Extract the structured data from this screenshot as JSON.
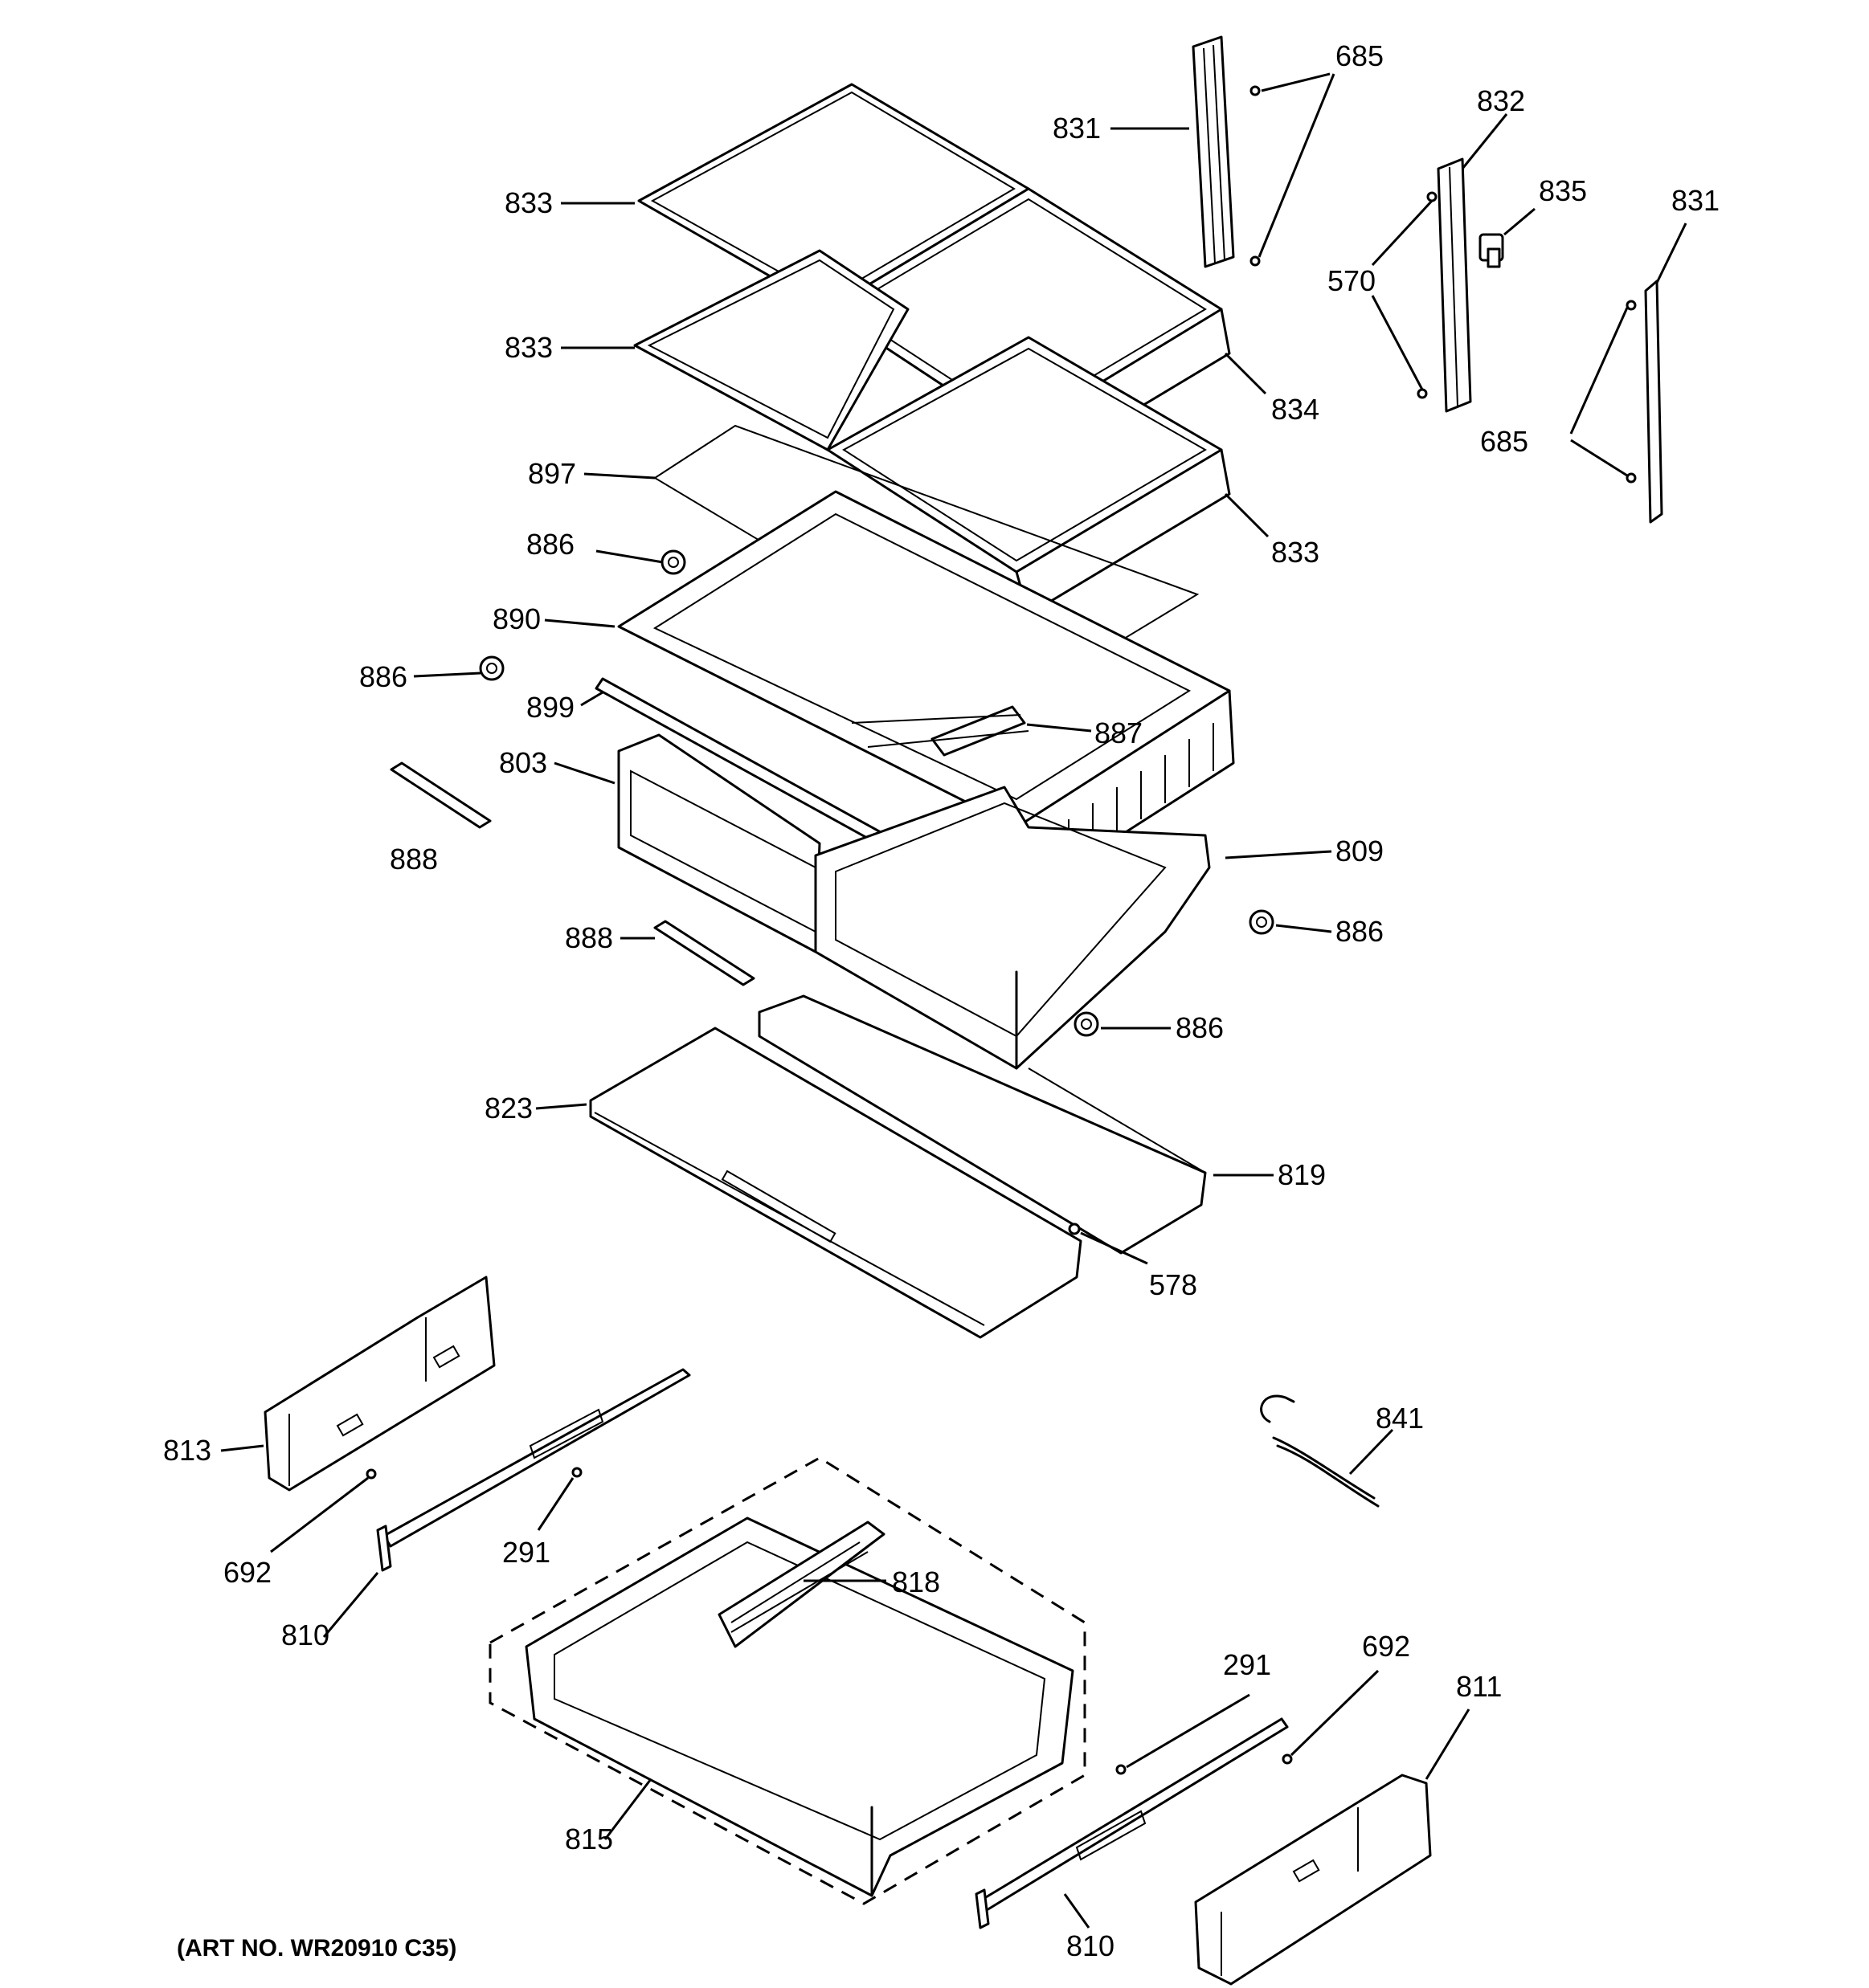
{
  "labels": {
    "l685a": "685",
    "l831a": "831",
    "l832": "832",
    "l835": "835",
    "l831b": "831",
    "l833a": "833",
    "l833b": "833",
    "l570": "570",
    "l834": "834",
    "l685b": "685",
    "l897": "897",
    "l833c": "833",
    "l886a": "886",
    "l890": "890",
    "l886b": "886",
    "l899": "899",
    "l887": "887",
    "l803": "803",
    "l888a": "888",
    "l809": "809",
    "l886c": "886",
    "l888b": "888",
    "l886d": "886",
    "l823": "823",
    "l819": "819",
    "l578": "578",
    "l841": "841",
    "l813": "813",
    "l692a": "692",
    "l291a": "291",
    "l818": "818",
    "l810a": "810",
    "l291b": "291",
    "l692b": "692",
    "l811": "811",
    "l815": "815",
    "l810b": "810"
  },
  "art_no": "(ART NO. WR20910 C35)"
}
